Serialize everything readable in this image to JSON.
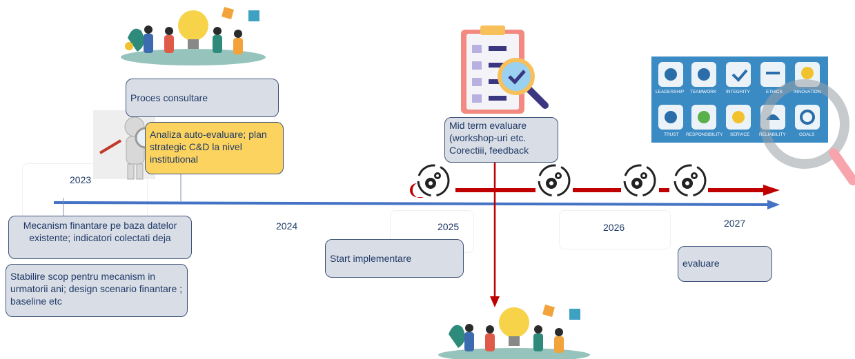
{
  "years": [
    "2023",
    "2024",
    "2025",
    "2026",
    "2027"
  ],
  "boxes": {
    "proces_consultare": "Proces consultare",
    "analiza": "Analiza auto-evaluare; plan strategic C&D la nivel institutional",
    "mecanism": "Mecanism finantare pe baza datelor existente; indicatori colectati deja",
    "stabilire": "Stabilire scop pentru mecanism in urmatorii ani; design scenario finantare ; baseline etc",
    "start": "Start implementare",
    "midterm": "Mid term evaluare (workshop-uri etc. Corectiii, feedback",
    "evaluare": "evaluare"
  },
  "values_panel": {
    "items": [
      "LEADERSHIP",
      "TEAMWORK",
      "INTEGRITY",
      "ETHICS",
      "INNOVATION",
      "TRUST",
      "RESPONSIBILITY",
      "SERVICE",
      "RELIABILITY",
      "GOALS"
    ]
  },
  "colors": {
    "blue_axis": "#4472c4",
    "red_axis": "#c00000",
    "box_fill": "#d9dde6",
    "box_border": "#3f5478",
    "yellow_box": "#fdd35f",
    "panel": "#3a8ac4"
  },
  "icons": [
    "people-lightbulb-illustration",
    "checklist-magnifier-icon",
    "person-magnifier-figure",
    "gears-cycle-icon",
    "values-icon-panel"
  ]
}
